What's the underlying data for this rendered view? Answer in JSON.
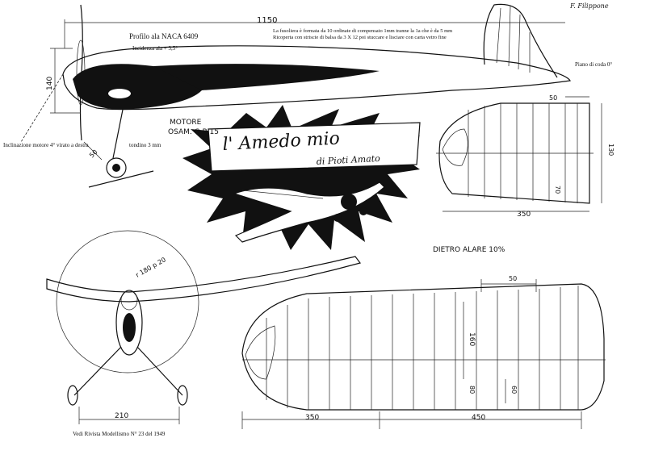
{
  "drawing": {
    "profile_label": "Profilo  ala  NACA 6409",
    "incidence_label": "Incidenza ala + 3,5°",
    "length_dim": "1150",
    "fuselage_note_1": "La fusoliera è formata da 10 ordinate di compensato 1mm tranne la 1a che è da 5 mm",
    "fuselage_note_2": "Ricoperta con striscie di balsa da 3 X 12 poi stuccare e lisciare con carta vetro fine",
    "signature": "F. Filippone",
    "tailplane_label": "Piano di coda  0°",
    "height_dim": "140",
    "motor_label_1": "MOTORE",
    "motor_label_2": "OSAM.  G.B 15",
    "engine_tilt_label": "Inclinazione motore 4°  virato a destra",
    "wire_label": "tondino 3 mm",
    "wheel_dim": "50",
    "title": "l' Amedo  mio",
    "subtitle": "di  Pioti  Amato",
    "dihedral_label": "DIETRO ALARE 10%",
    "stab_dims": {
      "chord_tip": "50",
      "chord_root": "130",
      "thickness": "70",
      "span": "350"
    },
    "radius_label": "r 180  p 20",
    "landing_gear_dim": "210",
    "wing_dims": {
      "tip_offset": "50",
      "chord": "160",
      "rib_a": "80",
      "rib_b": "60",
      "span_inner": "350",
      "span_outer": "450"
    },
    "source_note": "Vedi Rivista Modellismo N° 23 del 1949"
  }
}
